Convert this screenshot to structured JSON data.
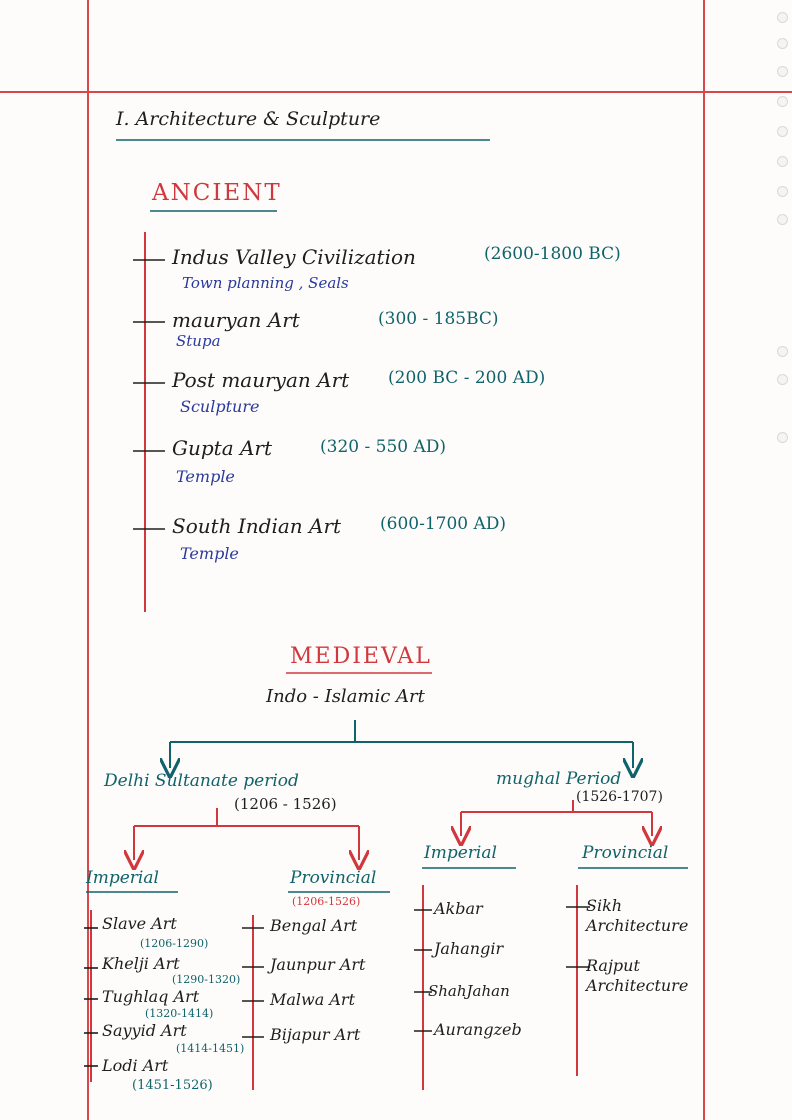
{
  "section": {
    "title": "I. Architecture & Sculpture"
  },
  "ancient": {
    "heading": "ANCIENT",
    "items": [
      {
        "name": "Indus Valley Civilization",
        "dates": "(2600-1800 BC)",
        "note": "Town planning , Seals"
      },
      {
        "name": "mauryan Art",
        "dates": "(300 - 185BC)",
        "note": "Stupa"
      },
      {
        "name": "Post mauryan Art",
        "dates": "(200 BC - 200 AD)",
        "note": "Sculpture"
      },
      {
        "name": "Gupta Art",
        "dates": "(320 - 550 AD)",
        "note": "Temple"
      },
      {
        "name": "South Indian Art",
        "dates": "(600-1700 AD)",
        "note": "Temple"
      }
    ]
  },
  "medieval": {
    "heading": "MEDIEVAL",
    "subheading": "Indo - Islamic Art",
    "delhi": {
      "title": "Delhi Sultanate period",
      "dates": "(1206 - 1526)",
      "imperial": {
        "label": "Imperial",
        "items": [
          {
            "name": "Slave Art",
            "dates": "(1206-1290)"
          },
          {
            "name": "Khelji Art",
            "dates": "(1290-1320)"
          },
          {
            "name": "Tughlaq Art",
            "dates": "(1320-1414)"
          },
          {
            "name": "Sayyid Art",
            "dates": "(1414-1451)"
          },
          {
            "name": "Lodi Art",
            "dates": "(1451-1526)"
          }
        ]
      },
      "provincial": {
        "label": "Provincial",
        "dates": "(1206-1526)",
        "items": [
          "Bengal Art",
          "Jaunpur Art",
          "Malwa Art",
          "Bijapur Art"
        ]
      }
    },
    "mughal": {
      "title": "mughal Period",
      "dates": "(1526-1707)",
      "imperial": {
        "label": "Imperial",
        "items": [
          "Akbar",
          "Jahangir",
          "ShahJahan",
          "Aurangzeb"
        ]
      },
      "provincial": {
        "label": "Provincial",
        "items": [
          "Sikh Architecture",
          "Rajput Architecture"
        ]
      }
    }
  },
  "colors": {
    "teal": "#10636a",
    "blue": "#2a3a9c",
    "red": "#d1383e",
    "black": "#1e1e1e"
  }
}
